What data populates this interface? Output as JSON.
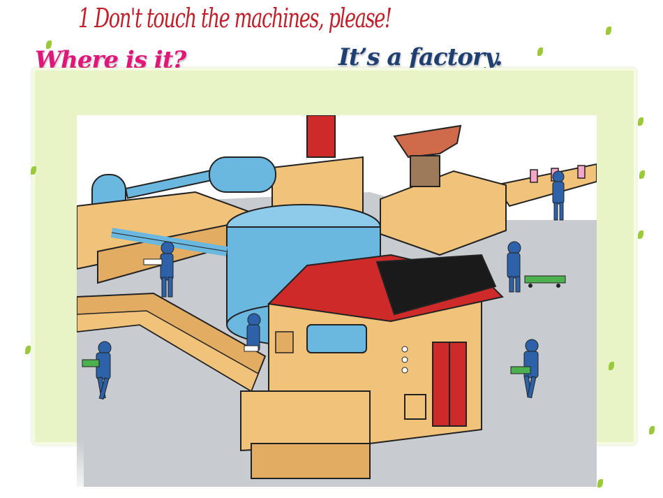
{
  "slide": {
    "title": "1  Don't touch the machines, please!",
    "question": "Where is it?",
    "answer": "It’s a factory."
  },
  "colors": {
    "title": "#c0202a",
    "question": "#e0167a",
    "answer": "#1f3f73",
    "panel": "#e9f4c6",
    "leaf": "#9cc93a",
    "floor": "#c8cbcf",
    "tan": "#f1c27a",
    "red": "#cf2a2a",
    "blue": "#6ab7e0",
    "worker": "#2e62a8",
    "tray": "#4caf50"
  },
  "illustration": {
    "subject": "factory",
    "icon": "factory-illustration"
  }
}
